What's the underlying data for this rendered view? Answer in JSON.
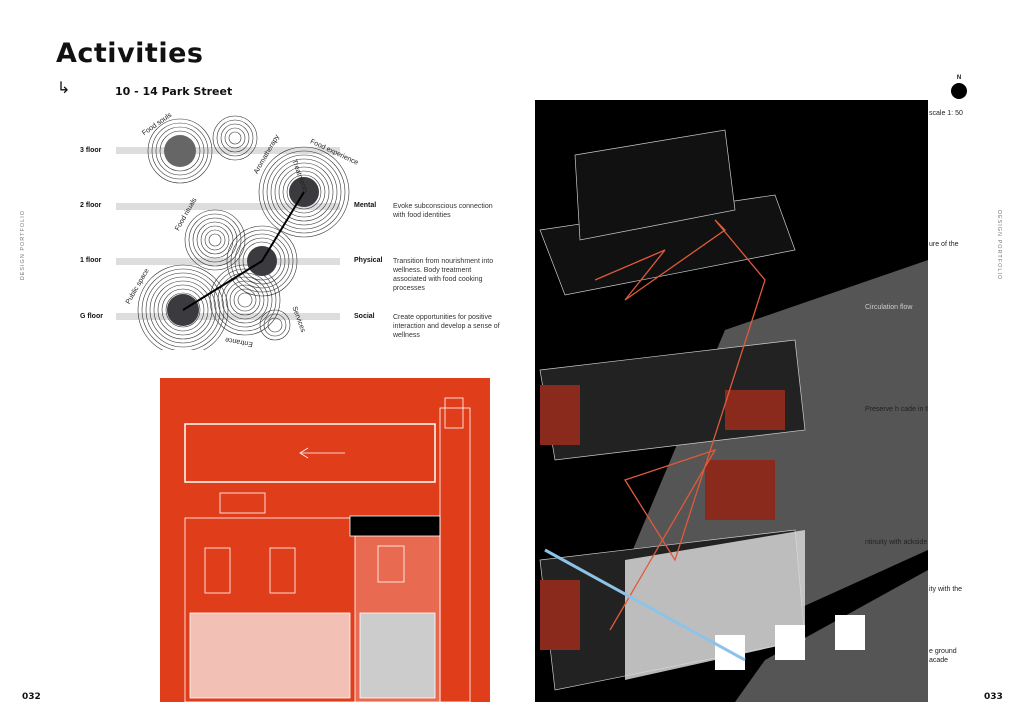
{
  "page": {
    "title": "Activities",
    "subtitle": "10 - 14 Park Street",
    "side_label": "DESIGN PORTFOLIO",
    "page_left": "032",
    "page_right": "033"
  },
  "diagram": {
    "floors": [
      "3 floor",
      "2 floor",
      "1 floor",
      "G floor"
    ],
    "bubbles": [
      "Food souls",
      "Aromatherapy",
      "Food experience",
      "Food rituals",
      "Treatments",
      "Public space",
      "Services",
      "Entrance"
    ],
    "categories": [
      {
        "name": "Mental",
        "desc": "Evoke subconscious connection with food identities"
      },
      {
        "name": "Physical",
        "desc": "Transition from nourishment into wellness. Body treatment associated with food cooking processes"
      },
      {
        "name": "Social",
        "desc": "Create opportunities for positive interaction and develop a sense of wellness"
      }
    ]
  },
  "axo": {
    "north": "N",
    "scale": "scale 1: 50",
    "notes": [
      "ure of the",
      "Circulation flow",
      "Preserve h    cade in the first flo",
      "ntinuity with  ackside  urtyard",
      "ity with the",
      "e ground acade"
    ]
  },
  "colors": {
    "orange": "#e03e1a",
    "red_line": "#e05a3a",
    "blue_arrow": "#8ec3e8"
  }
}
